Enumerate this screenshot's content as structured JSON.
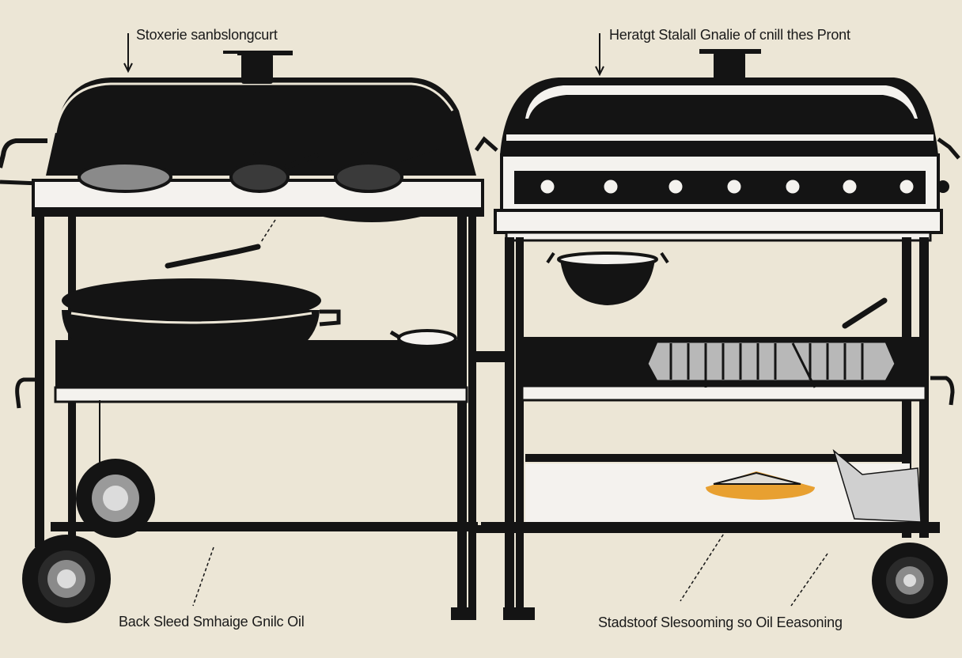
{
  "labels": {
    "top_left": "Stoxerie sanbslongcurt",
    "top_right": "Heratgt Stalall Gnalie of cnill thes Pront",
    "bottom_left": "Back Sleed Smhaige Gnilc Oil",
    "bottom_right": "Stadstoof Slesooming so Oil Eeasoning"
  },
  "colors": {
    "background": "#ece6d6",
    "ink": "#141414",
    "shelf": "#f4f2ee",
    "accent": "#e8a030"
  }
}
